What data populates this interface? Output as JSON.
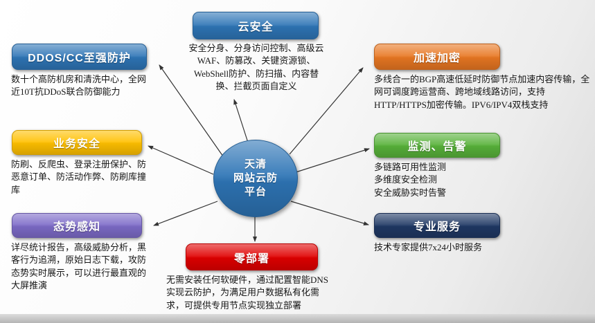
{
  "center": {
    "label": "天清\n网站云防\n平台",
    "color": "#2E75B6"
  },
  "nodes": [
    {
      "id": "cloud-security",
      "title": "云安全",
      "color": "#2E75B6",
      "desc": "安全分身、分身访问控制、高级云WAF、防篡改、关键资源锁、WebShell防护、防扫描、内容替换、拦截页面自定义"
    },
    {
      "id": "ddos-cc-protection",
      "title": "DDOS/CC至强防护",
      "color": "#2E75B6",
      "desc": "数十个高防机房和清洗中心，全网近10T抗DDoS联合防御能力"
    },
    {
      "id": "acceleration-encryption",
      "title": "加速加密",
      "color": "#E87722",
      "desc": "多线合一的BGP高速低延时防御节点加速内容传输，全网可调度跨运营商、跨地域线路访问，支持HTTP/HTTPS加密传输。IPV6/IPV4双栈支持"
    },
    {
      "id": "business-security",
      "title": "业务安全",
      "color": "#FFC000",
      "desc": "防刷、反爬虫、登录注册保护、防恶意订单、防活动作弊、防刷库撞库"
    },
    {
      "id": "monitoring-alerting",
      "title": "监测、告警",
      "color": "#58B23A",
      "desc": "多链路可用性监测\n多维度安全检测\n安全威胁实时告警"
    },
    {
      "id": "situation-awareness",
      "title": "态势感知",
      "color": "#7D6BC8",
      "desc": "详尽统计报告，高级威胁分析，黑客行为追溯，原始日志下载，攻防态势实时展示，可以进行最直观的大屏推演"
    },
    {
      "id": "zero-deployment",
      "title": "零部署",
      "color": "#E00000",
      "desc": "无需安装任何软硬件，通过配置智能DNS实现云防护，为满足用户数据私有化需求，可提供专用节点实现独立部署"
    },
    {
      "id": "professional-service",
      "title": "专业服务",
      "color": "#1F3864",
      "desc": "技术专家提供7x24小时服务"
    }
  ]
}
